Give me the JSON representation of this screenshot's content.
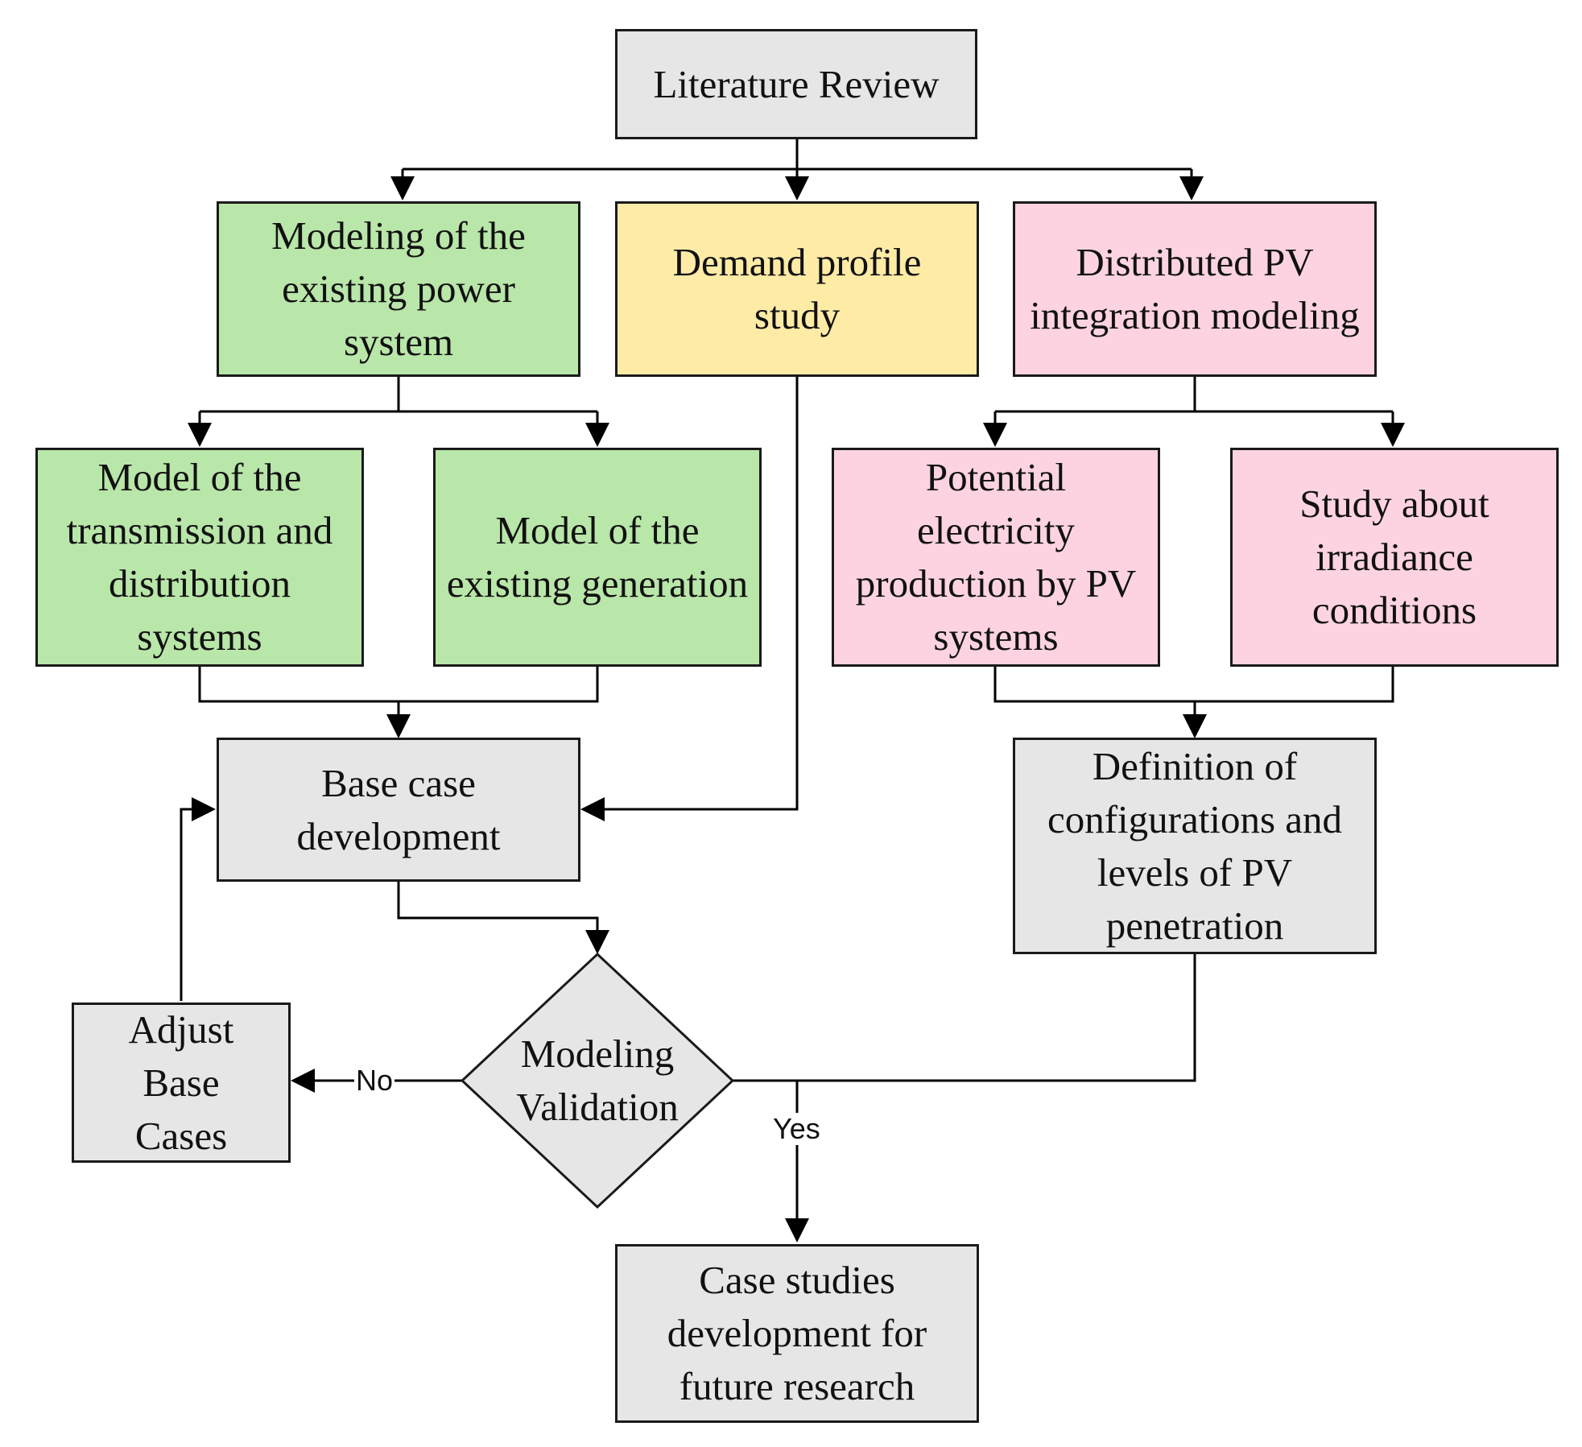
{
  "colors": {
    "gray": "#e6e6e6",
    "green": "#b9e6a9",
    "yellow": "#fdeba6",
    "pink": "#fdd3e1",
    "stroke": "#1a1a1a"
  },
  "nodes": {
    "literature_review": "Literature Review",
    "modeling_existing_power_system": "Modeling of the existing power system",
    "demand_profile_study": "Demand profile study",
    "distributed_pv_integration": "Distributed PV integration modeling",
    "model_transmission_distribution": "Model of the transmission and distribution systems",
    "model_existing_generation": "Model of the existing generation",
    "potential_electricity_production": "Potential electricity production by PV systems",
    "study_irradiance": "Study about irradiance conditions",
    "base_case_development": "Base case development",
    "definition_configurations": "Definition of configurations and levels of PV penetration",
    "adjust_base_cases": "Adjust Base Cases",
    "modeling_validation": "Modeling Validation",
    "case_studies": "Case studies development for future research"
  },
  "edge_labels": {
    "no": "No",
    "yes": "Yes"
  }
}
